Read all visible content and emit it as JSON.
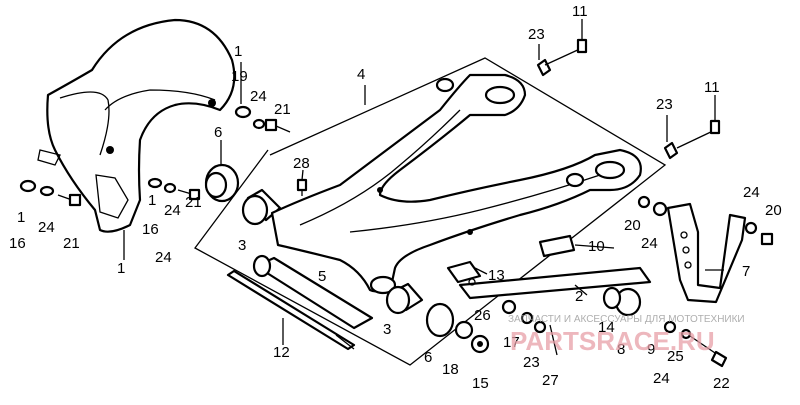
{
  "callouts": {
    "c1a": "1",
    "c1b": "1",
    "c1c": "1",
    "c1d": "1",
    "c2": "2",
    "c3a": "3",
    "c3b": "3",
    "c4": "4",
    "c5": "5",
    "c6a": "6",
    "c6b": "6",
    "c7": "7",
    "c8": "8",
    "c9": "9",
    "c10": "10",
    "c11a": "11",
    "c11b": "11",
    "c12": "12",
    "c13": "13",
    "c14": "14",
    "c15": "15",
    "c16a": "16",
    "c16b": "16",
    "c17": "17",
    "c18": "18",
    "c19": "19",
    "c20a": "20",
    "c20b": "20",
    "c21a": "21",
    "c21b": "21",
    "c21c": "21",
    "c22": "22",
    "c23a": "23",
    "c23b": "23",
    "c23c": "23",
    "c24a": "24",
    "c24b": "24",
    "c24c": "24",
    "c24d": "24",
    "c24e": "24",
    "c24f": "24",
    "c24g": "24",
    "c25": "25",
    "c26": "26",
    "c27": "27",
    "c28": "28"
  },
  "watermark": {
    "text": "PARTSRACE.RU",
    "subtext": "ЗАПЧАСТИ И АКСЕССУАРЫ ДЛЯ МОТОТЕХНИКИ"
  }
}
